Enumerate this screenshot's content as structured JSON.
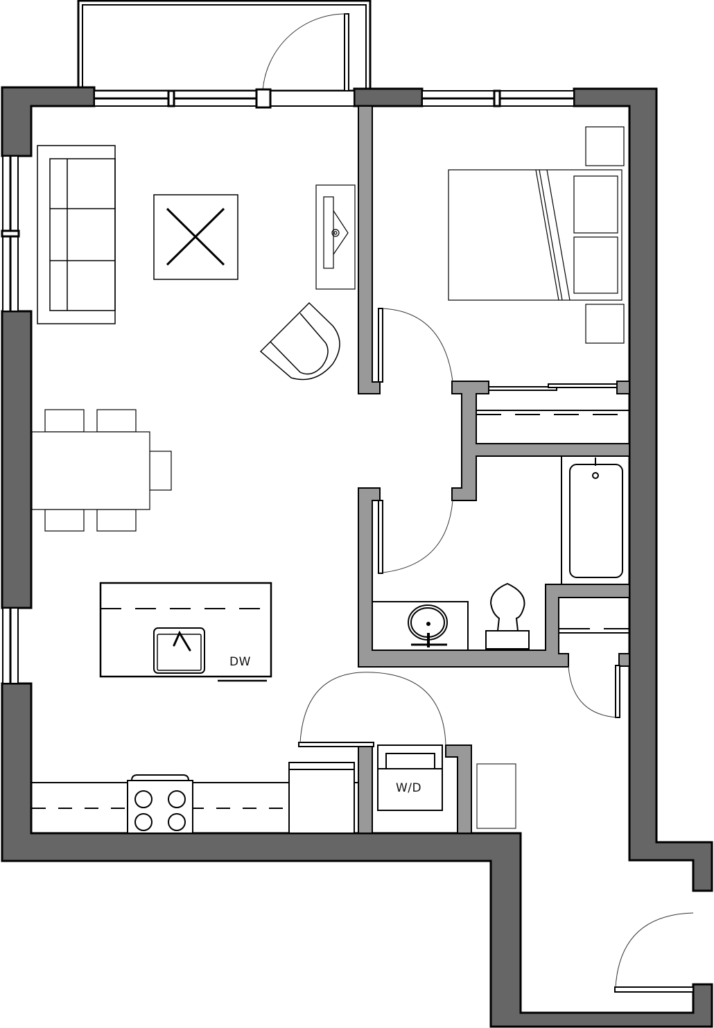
{
  "plan": {
    "title": "",
    "colors": {
      "exterior_wall": "#666666",
      "interior_wall": "#999999",
      "outline": "#000000",
      "background": "#ffffff"
    },
    "rooms": [
      {
        "id": "living-dining-kitchen"
      },
      {
        "id": "bedroom"
      },
      {
        "id": "bathroom"
      },
      {
        "id": "balcony"
      },
      {
        "id": "entry-hall"
      }
    ],
    "labels": {
      "dishwasher": "DW",
      "washer_dryer": "W/D"
    },
    "fixtures": [
      "sofa",
      "coffee-table",
      "tv-console",
      "armchair",
      "dining-table",
      "dining-chairs",
      "kitchen-island",
      "sink",
      "range",
      "refrigerator",
      "washer-dryer",
      "bed",
      "nightstands",
      "closet",
      "bathtub",
      "toilet",
      "vanity",
      "linen-closet",
      "coat-closet"
    ]
  }
}
